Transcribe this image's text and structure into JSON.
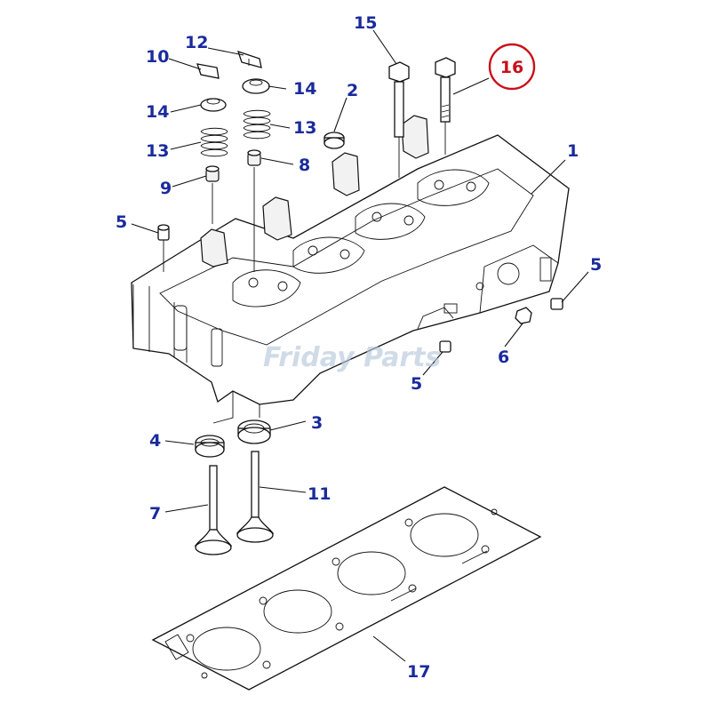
{
  "diagram": {
    "watermark": "Friday Parts",
    "highlight_color": "#c8101a",
    "label_color": "#1a2b9c",
    "callouts": [
      {
        "id": "1",
        "text": "1"
      },
      {
        "id": "2",
        "text": "2"
      },
      {
        "id": "3",
        "text": "3"
      },
      {
        "id": "4",
        "text": "4"
      },
      {
        "id": "5a",
        "text": "5"
      },
      {
        "id": "5b",
        "text": "5"
      },
      {
        "id": "5c",
        "text": "5"
      },
      {
        "id": "6",
        "text": "6"
      },
      {
        "id": "7",
        "text": "7"
      },
      {
        "id": "8",
        "text": "8"
      },
      {
        "id": "9",
        "text": "9"
      },
      {
        "id": "10",
        "text": "10"
      },
      {
        "id": "11",
        "text": "11"
      },
      {
        "id": "12",
        "text": "12"
      },
      {
        "id": "13a",
        "text": "13"
      },
      {
        "id": "13b",
        "text": "13"
      },
      {
        "id": "14a",
        "text": "14"
      },
      {
        "id": "14b",
        "text": "14"
      },
      {
        "id": "15",
        "text": "15"
      },
      {
        "id": "16",
        "text": "16"
      },
      {
        "id": "17",
        "text": "17"
      }
    ]
  }
}
